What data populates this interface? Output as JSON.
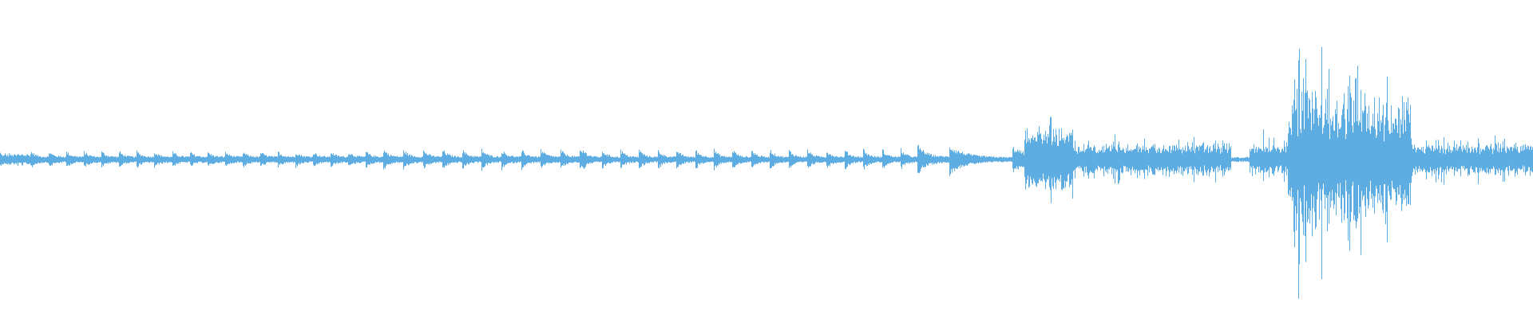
{
  "waveform": {
    "color": "#5dade2",
    "background": "#ffffff",
    "sections": [
      {
        "kind": "pulses",
        "from": 0.0,
        "to": 0.02,
        "base": 0.03,
        "peak": 0.05,
        "period": 0.0028
      },
      {
        "kind": "pulses",
        "from": 0.02,
        "to": 0.25,
        "base": 0.02,
        "peak": 0.06,
        "period": 0.0115
      },
      {
        "kind": "pulses",
        "from": 0.25,
        "to": 0.38,
        "base": 0.02,
        "peak": 0.075,
        "period": 0.0128
      },
      {
        "kind": "pulses",
        "from": 0.38,
        "to": 0.598,
        "base": 0.018,
        "peak": 0.075,
        "period": 0.0122
      },
      {
        "kind": "pulses",
        "from": 0.598,
        "to": 0.62,
        "base": 0.02,
        "peak": 0.11,
        "period": 0.021
      },
      {
        "kind": "pulses",
        "from": 0.62,
        "to": 0.668,
        "base": 0.015,
        "peak": 0.09,
        "period": 0.04
      },
      {
        "kind": "burst",
        "from": 0.668,
        "to": 0.7,
        "base": 0.14,
        "peak": 0.3,
        "period": 0.003
      },
      {
        "kind": "burst",
        "from": 0.7,
        "to": 0.803,
        "base": 0.06,
        "peak": 0.18,
        "period": 0.003
      },
      {
        "kind": "quiet",
        "from": 0.803,
        "to": 0.815,
        "base": 0.01,
        "peak": 0.02,
        "period": 0.003
      },
      {
        "kind": "burst",
        "from": 0.815,
        "to": 0.84,
        "base": 0.06,
        "peak": 0.2,
        "period": 0.003
      },
      {
        "kind": "burst",
        "from": 0.84,
        "to": 0.862,
        "base": 0.25,
        "peak": 0.99,
        "period": 0.0025
      },
      {
        "kind": "burst",
        "from": 0.862,
        "to": 0.92,
        "base": 0.2,
        "peak": 0.72,
        "period": 0.003
      },
      {
        "kind": "burst",
        "from": 0.92,
        "to": 1.0,
        "base": 0.06,
        "peak": 0.18,
        "period": 0.0035
      }
    ]
  }
}
